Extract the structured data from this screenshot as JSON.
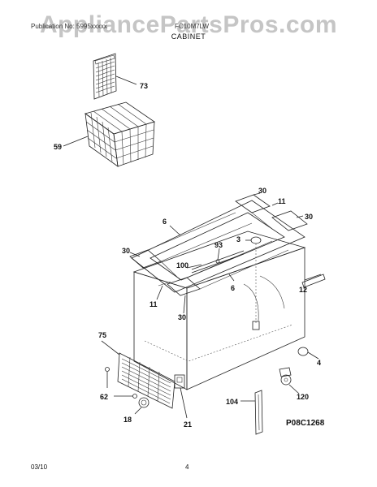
{
  "header": {
    "watermark": "AppliancePartsPros.com",
    "left_text": "Publication No: 5995xxxxx",
    "model": "FC10M7LW",
    "title": "CABINET"
  },
  "callouts": {
    "basket_divider": "73",
    "basket": "59",
    "gasket_top": "30",
    "gasket_top_right_side": "11",
    "gasket_right_corner": "30",
    "gasket_left_side": "6",
    "gasket_left_corner": "30",
    "light_switch": "3",
    "hinge_rod": "93",
    "gasket_strip": "100",
    "gasket_front": "6",
    "handle": "12",
    "gasket_front_left": "11",
    "gasket_front_corner": "30",
    "grille": "75",
    "grille_screws": "62",
    "caster_front": "4",
    "thermostat_knob": "18",
    "bracket": "21",
    "drain_plug": "104",
    "caster": "120"
  },
  "diagram_code": "P08C1268",
  "footer": {
    "date": "03/10",
    "page": "4"
  }
}
